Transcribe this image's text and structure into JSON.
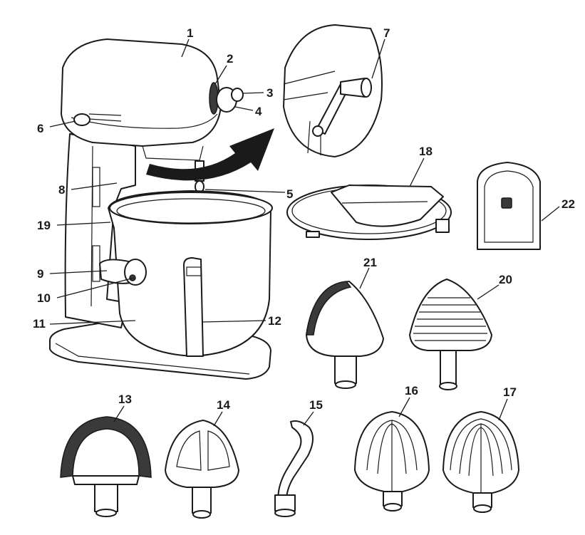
{
  "figure": {
    "labels": [
      {
        "id": "part-1",
        "text": "1"
      },
      {
        "id": "part-2",
        "text": "2"
      },
      {
        "id": "part-3",
        "text": "3"
      },
      {
        "id": "part-4",
        "text": "4"
      },
      {
        "id": "part-5",
        "text": "5"
      },
      {
        "id": "part-6",
        "text": "6"
      },
      {
        "id": "part-7",
        "text": "7"
      },
      {
        "id": "part-8",
        "text": "8"
      },
      {
        "id": "part-9",
        "text": "9"
      },
      {
        "id": "part-10",
        "text": "10"
      },
      {
        "id": "part-11",
        "text": "11"
      },
      {
        "id": "part-12",
        "text": "12"
      },
      {
        "id": "part-13",
        "text": "13"
      },
      {
        "id": "part-14",
        "text": "14"
      },
      {
        "id": "part-15",
        "text": "15"
      },
      {
        "id": "part-16",
        "text": "16"
      },
      {
        "id": "part-17",
        "text": "17"
      },
      {
        "id": "part-18",
        "text": "18"
      },
      {
        "id": "part-19",
        "text": "19"
      },
      {
        "id": "part-20",
        "text": "20"
      },
      {
        "id": "part-21",
        "text": "21"
      },
      {
        "id": "part-22",
        "text": "22"
      }
    ]
  },
  "colors": {
    "ink": "#1a1a1a",
    "coating": "#3a3a3a",
    "background": "#ffffff"
  }
}
